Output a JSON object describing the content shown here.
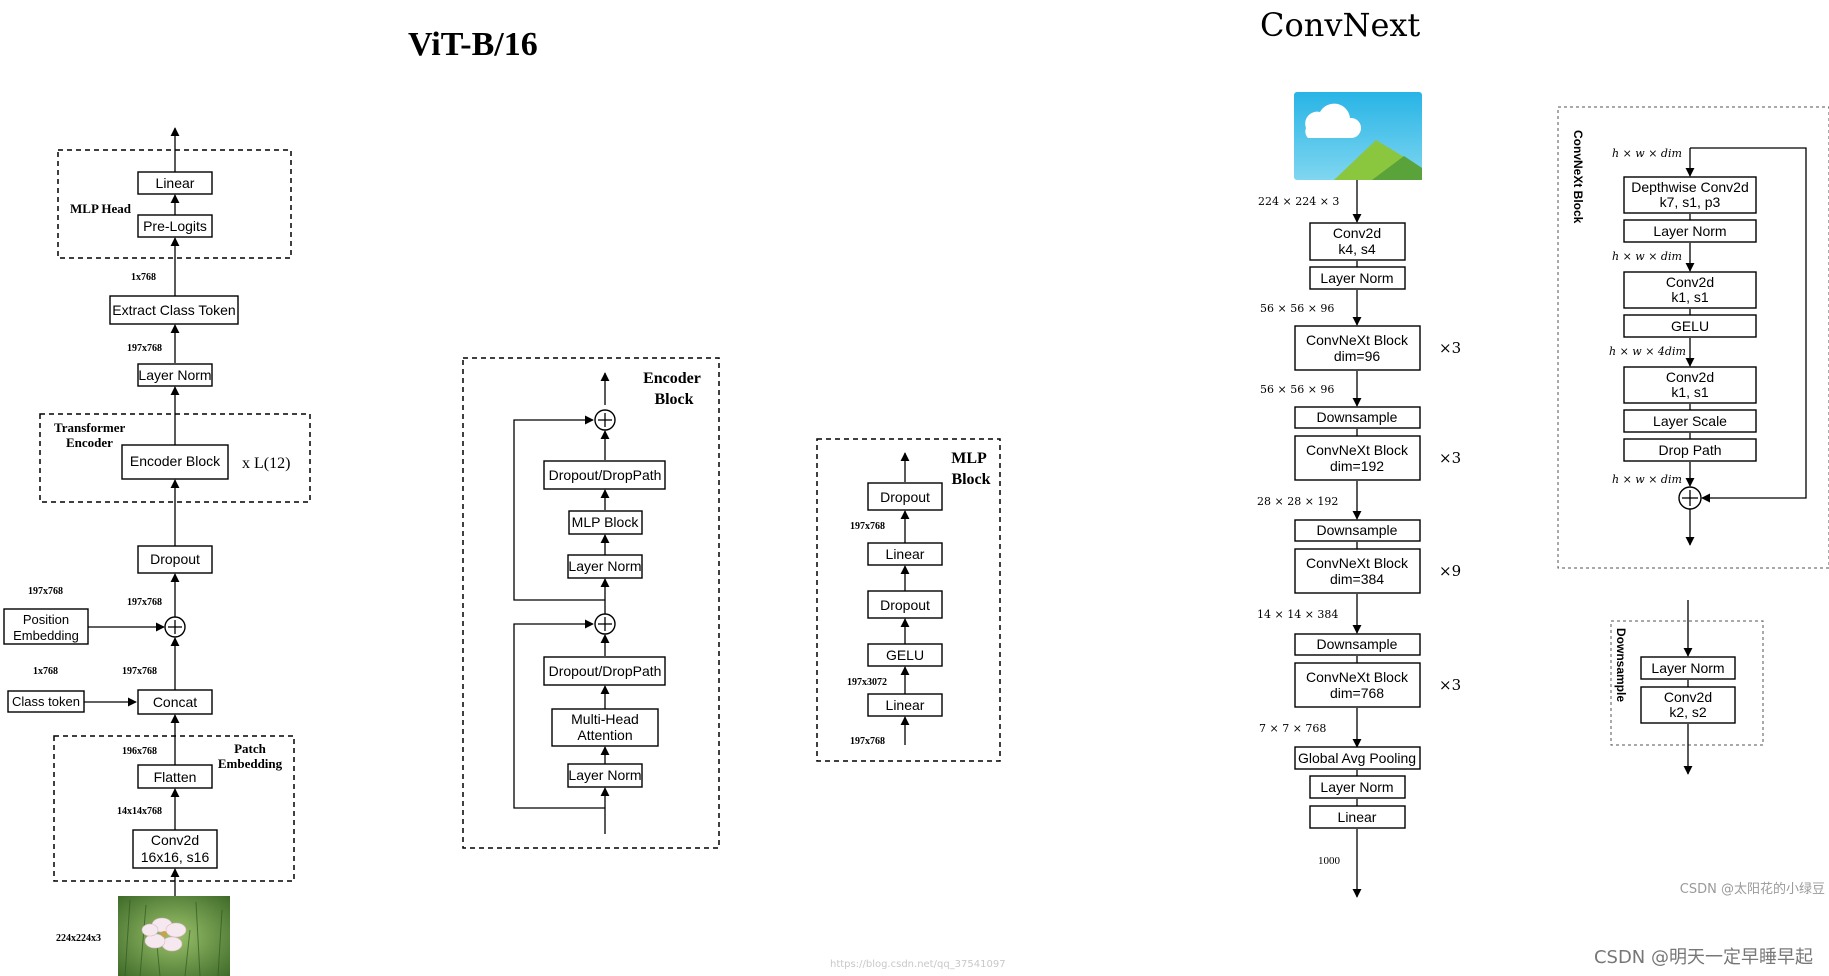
{
  "vit": {
    "title": "ViT-B/16",
    "mlp_head_label": "MLP Head",
    "linear": "Linear",
    "pre_logits": "Pre-Logits",
    "dim_1x768_top": "1x768",
    "extract_class_token": "Extract Class Token",
    "dim_197x768_a": "197x768",
    "layer_norm": "Layer Norm",
    "transformer_encoder_label_1": "Transformer",
    "transformer_encoder_label_2": "Encoder",
    "encoder_block": "Encoder Block",
    "repeat": "x L(12)",
    "dropout": "Dropout",
    "dim_197x768_b": "197x768",
    "dim_197x768_pos": "197x768",
    "position_embedding_1": "Position",
    "position_embedding_2": "Embedding",
    "dim_1x768_cls": "1x768",
    "dim_197x768_c": "197x768",
    "class_token": "Class token",
    "concat": "Concat",
    "dim_196x768": "196x768",
    "patch_embedding_label_1": "Patch",
    "patch_embedding_label_2": "Embedding",
    "flatten": "Flatten",
    "dim_14x14x768": "14x14x768",
    "conv2d_1": "Conv2d",
    "conv2d_2": "16x16, s16",
    "dim_224x224x3": "224x224x3"
  },
  "encoder_block": {
    "label_1": "Encoder",
    "label_2": "Block",
    "dropout_droppath_top": "Dropout/DropPath",
    "mlp_block": "MLP Block",
    "layer_norm_top": "Layer Norm",
    "dropout_droppath_bottom": "Dropout/DropPath",
    "attention_1": "Multi-Head",
    "attention_2": "Attention",
    "layer_norm_bottom": "Layer Norm"
  },
  "mlp_block": {
    "label_1": "MLP",
    "label_2": "Block",
    "dropout_top": "Dropout",
    "dim_197x768_top": "197x768",
    "linear_top": "Linear",
    "dropout_mid": "Dropout",
    "gelu": "GELU",
    "dim_197x3072": "197x3072",
    "linear_bottom": "Linear",
    "dim_197x768_bottom": "197x768"
  },
  "convnext": {
    "title": "ConvNext",
    "in_dim": "224 × 224 × 3",
    "stem_conv_1": "Conv2d",
    "stem_conv_2": "k4, s4",
    "stem_ln": "Layer Norm",
    "d1": "56 × 56 × 96",
    "stages": [
      {
        "l1": "ConvNeXt Block",
        "l2": "dim=96",
        "mult": "×3"
      },
      {
        "l1": "ConvNeXt Block",
        "l2": "dim=192",
        "mult": "×3"
      },
      {
        "l1": "ConvNeXt Block",
        "l2": "dim=384",
        "mult": "×9"
      },
      {
        "l1": "ConvNeXt Block",
        "l2": "dim=768",
        "mult": "×3"
      }
    ],
    "d2": "56 × 56 × 96",
    "downsample": "Downsample",
    "d3": "28 × 28 × 192",
    "d4": "14 × 14 × 384",
    "d5": "7 × 7 × 768",
    "gap": "Global Avg Pooling",
    "head_ln": "Layer Norm",
    "head_linear": "Linear",
    "out": "1000"
  },
  "convnext_block": {
    "label": "ConvNeXt Block",
    "dim_in": "h × w × dim",
    "dwconv_1": "Depthwise Conv2d",
    "dwconv_2": "k7, s1, p3",
    "ln": "Layer Norm",
    "dim_a": "h × w × dim",
    "pw1_1": "Conv2d",
    "pw1_2": "k1, s1",
    "gelu": "GELU",
    "dim_b": "h × w × 4dim",
    "pw2_1": "Conv2d",
    "pw2_2": "k1, s1",
    "layer_scale": "Layer Scale",
    "drop_path": "Drop Path",
    "dim_out": "h × w × dim"
  },
  "downsample_block": {
    "label": "Downsample",
    "ln": "Layer Norm",
    "conv_1": "Conv2d",
    "conv_2": "k2, s2"
  },
  "watermarks": {
    "url": "https://blog.csdn.net/qq_37541097",
    "csdn_small": "CSDN @太阳花的小绿豆",
    "csdn_large": "CSDN @明天一定早睡早起"
  }
}
